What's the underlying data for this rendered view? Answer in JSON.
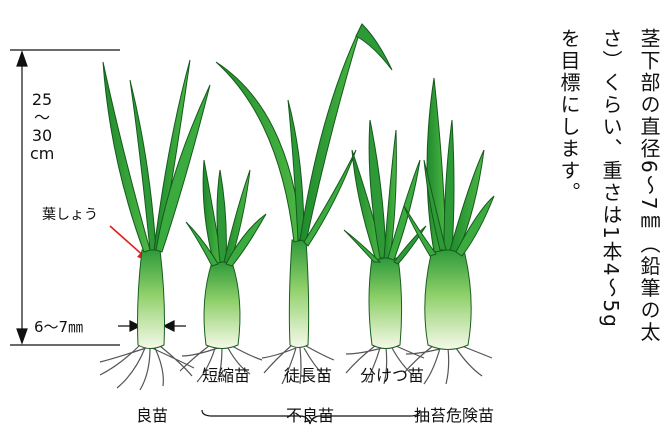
{
  "height_dimension": {
    "line1": "25",
    "line2": "〜",
    "line3": "30",
    "line4": "cm"
  },
  "leaf_sheath_label": "葉しょう",
  "diameter_label": "6〜7㎜",
  "seedling_types": {
    "shortened": "短縮苗",
    "elongated": "徒長苗",
    "tillered": "分けつ苗"
  },
  "category_labels": {
    "good": "良苗",
    "defective": "不良苗",
    "bolting_risk": "抽苔危険苗"
  },
  "vertical_text": {
    "col_1": "茎下部の直径6〜7㎜（鉛筆の太",
    "col_2": "さ）くらい、重さは1本4〜5g",
    "col_3": "を目標にします。"
  },
  "colors": {
    "leaf_dark": "#1f8a2c",
    "leaf_light": "#5cc04a",
    "stem_white": "#f3f7e6",
    "arrow_red": "#e0201c"
  }
}
